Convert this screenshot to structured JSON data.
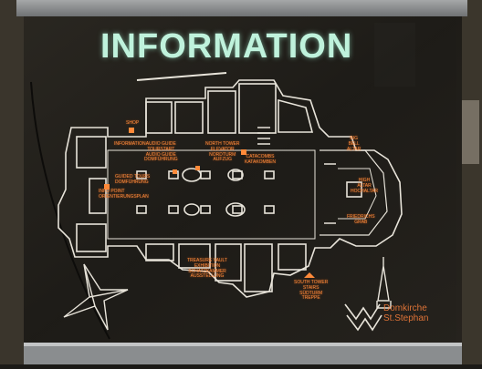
{
  "sign": {
    "title": "INFORMATION",
    "labels": {
      "shop": "SHOP",
      "information": "INFORMATION",
      "audio_guide": "AUDIO GUIDE\nTOURSTART\nAUDIO GUIDE\nDOMFÜHRUNG",
      "north_tower": "NORTH TOWER\nELEVATOR\nNORDTURM\nAUFZUG",
      "catacombs": "CATACOMBS\nKATAKOMBEN",
      "big_bell": "BIG\nBELL\nALTAR",
      "guided_tours": "GUIDED TOURS\nDOMFÜHRUNG",
      "info_point": "INFO POINT\nORIENTIERUNGSPLAN",
      "high_altar": "HIGH\nALTAR\nHOCHALTAR",
      "friedrichs_grab": "FRIEDRICHS\nGRAB",
      "treasure_vault": "TREASURE VAULT\nEXHIBITION\nSCHATZKAMMER\nAUSSTELLUNG",
      "south_tower": "SOUTH TOWER\nSTAIRS\nSÜDTURM\nTREPPE"
    },
    "brand": "Domkirche\nSt.Stephan",
    "colors": {
      "title_glow": "#bff2dc",
      "label_orange": "#ff8a3a",
      "plan_lines": "#e8e4da",
      "frame": "#8c8f92"
    },
    "icons": [
      "compass-star-icon",
      "w-logo-icon",
      "north-tower-spire-icon"
    ]
  }
}
